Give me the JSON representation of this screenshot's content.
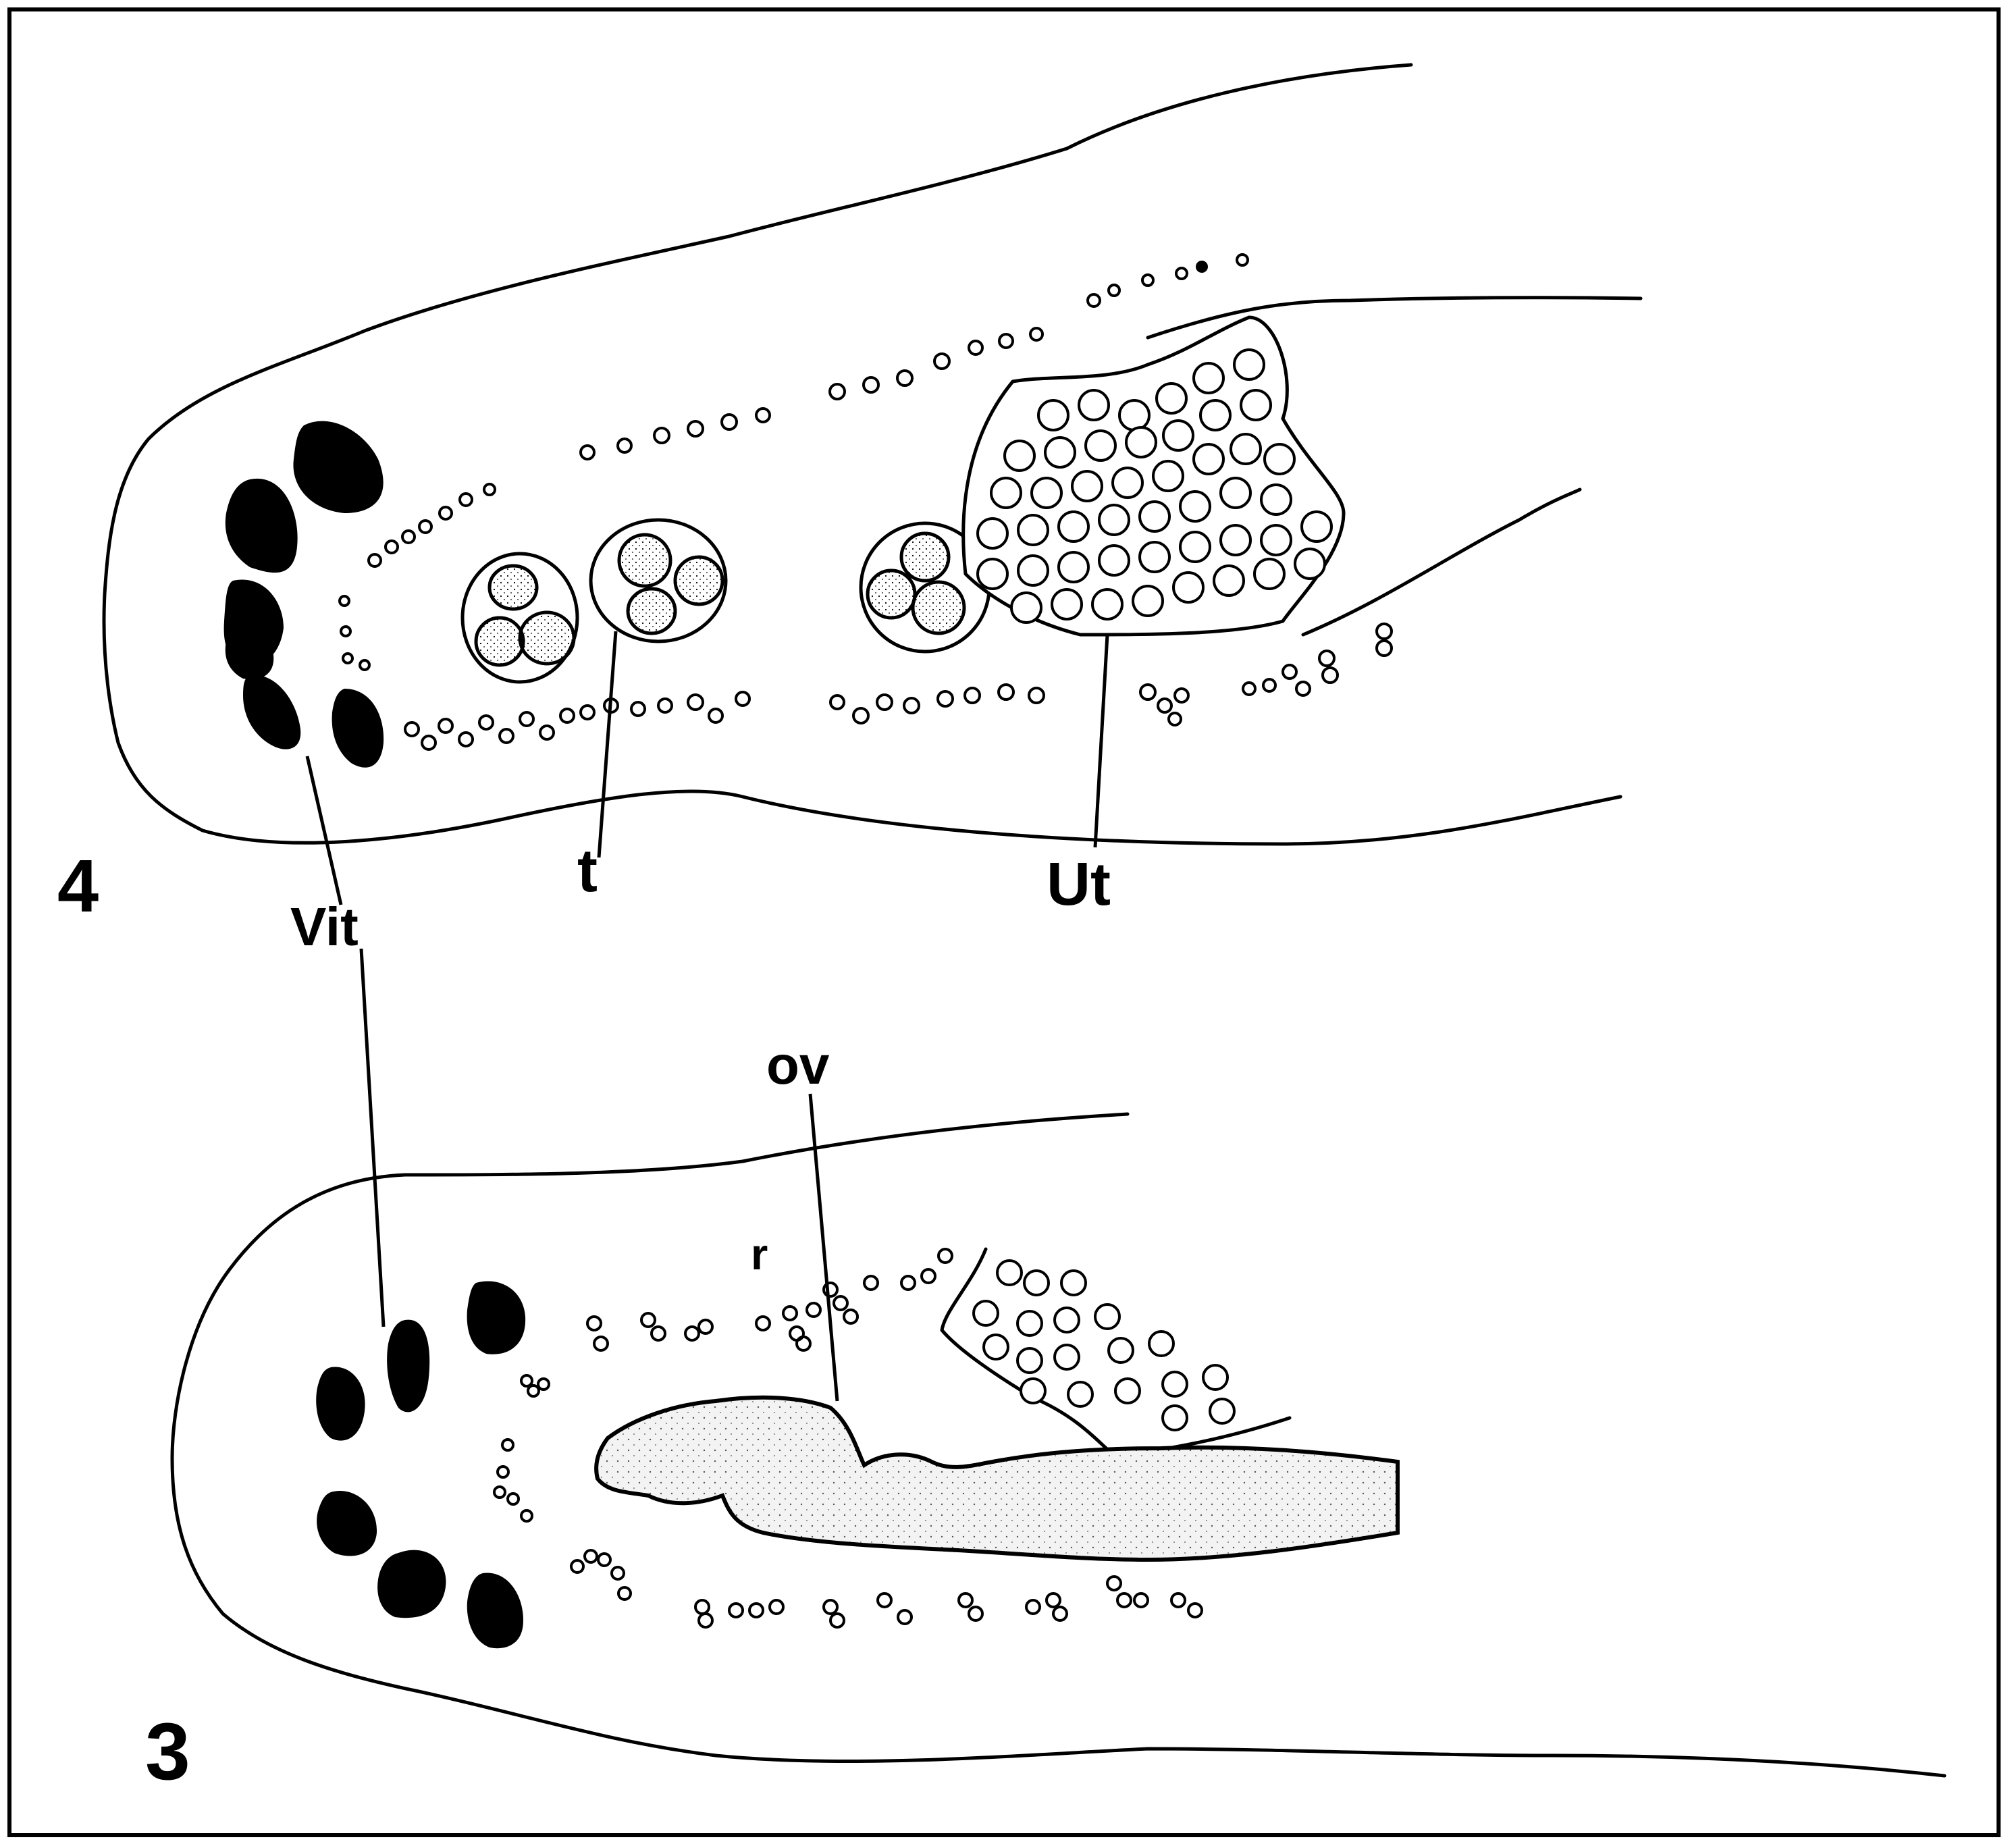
{
  "figure_labels": {
    "fig4_number": "4",
    "fig3_number": "3",
    "testis": "t",
    "uterus": "Ut",
    "vitellaria": "Vit",
    "ovary": "ov",
    "receptaculum": "r"
  },
  "colors": {
    "ink": "#000000",
    "paper": "#ffffff",
    "stipple": "#f1f1f1"
  }
}
